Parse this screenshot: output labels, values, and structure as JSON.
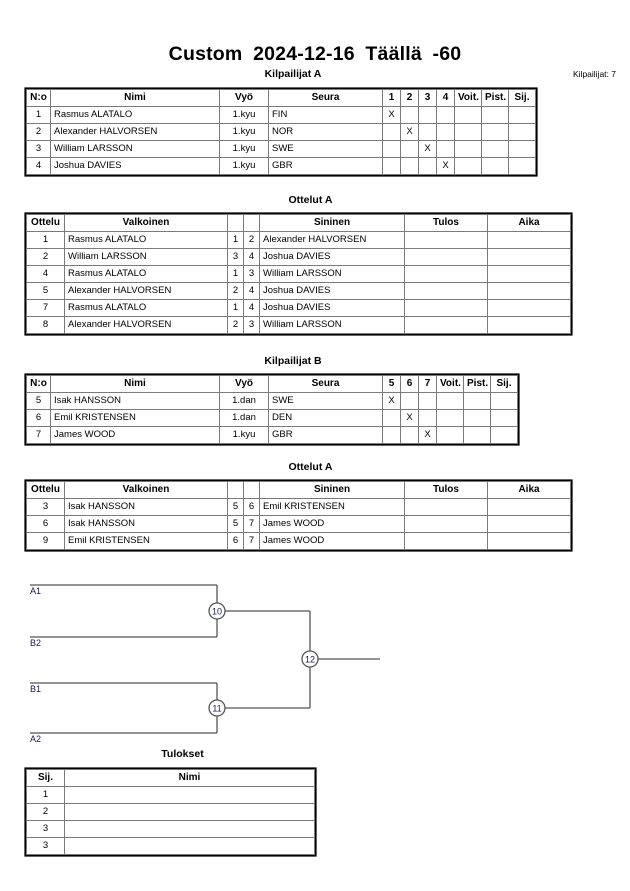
{
  "header": {
    "title": "Custom  2024-12-16  Täällä   -60",
    "competitors_label": "Kilpailijat: 7"
  },
  "sections": {
    "pool_a_title": "Kilpailijat A",
    "matches_a_title": "Ottelut A",
    "pool_b_title": "Kilpailijat B",
    "matches_b_title": "Ottelut A",
    "results_title": "Tulokset"
  },
  "pool_a": {
    "columns": [
      "N:o",
      "Nimi",
      "Vyö",
      "Seura",
      "1",
      "2",
      "3",
      "4",
      "Voit.",
      "Pist.",
      "Sij."
    ],
    "rows": [
      {
        "no": "1",
        "name": "Rasmus ALATALO",
        "belt": "1.kyu",
        "club": "FIN",
        "marks": [
          "X",
          "",
          "",
          ""
        ],
        "voit": "",
        "pist": "",
        "sij": ""
      },
      {
        "no": "2",
        "name": "Alexander HALVORSEN",
        "belt": "1.kyu",
        "club": "NOR",
        "marks": [
          "",
          "X",
          "",
          ""
        ],
        "voit": "",
        "pist": "",
        "sij": ""
      },
      {
        "no": "3",
        "name": "William LARSSON",
        "belt": "1.kyu",
        "club": "SWE",
        "marks": [
          "",
          "",
          "X",
          ""
        ],
        "voit": "",
        "pist": "",
        "sij": ""
      },
      {
        "no": "4",
        "name": "Joshua DAVIES",
        "belt": "1.kyu",
        "club": "GBR",
        "marks": [
          "",
          "",
          "",
          "X"
        ],
        "voit": "",
        "pist": "",
        "sij": ""
      }
    ]
  },
  "matches_a": {
    "columns": [
      "Ottelu",
      "Valkoinen",
      "",
      "",
      "Sininen",
      "Tulos",
      "Aika"
    ],
    "rows": [
      {
        "match": "1",
        "white": "Rasmus ALATALO",
        "wno": "1",
        "bno": "2",
        "blue": "Alexander HALVORSEN",
        "result": "",
        "time": ""
      },
      {
        "match": "2",
        "white": "William LARSSON",
        "wno": "3",
        "bno": "4",
        "blue": "Joshua DAVIES",
        "result": "",
        "time": ""
      },
      {
        "match": "4",
        "white": "Rasmus ALATALO",
        "wno": "1",
        "bno": "3",
        "blue": "William LARSSON",
        "result": "",
        "time": ""
      },
      {
        "match": "5",
        "white": "Alexander HALVORSEN",
        "wno": "2",
        "bno": "4",
        "blue": "Joshua DAVIES",
        "result": "",
        "time": ""
      },
      {
        "match": "7",
        "white": "Rasmus ALATALO",
        "wno": "1",
        "bno": "4",
        "blue": "Joshua DAVIES",
        "result": "",
        "time": ""
      },
      {
        "match": "8",
        "white": "Alexander HALVORSEN",
        "wno": "2",
        "bno": "3",
        "blue": "William LARSSON",
        "result": "",
        "time": ""
      }
    ]
  },
  "pool_b": {
    "columns": [
      "N:o",
      "Nimi",
      "Vyö",
      "Seura",
      "5",
      "6",
      "7",
      "Voit.",
      "Pist.",
      "Sij."
    ],
    "rows": [
      {
        "no": "5",
        "name": "Isak HANSSON",
        "belt": "1.dan",
        "club": "SWE",
        "marks": [
          "X",
          "",
          ""
        ],
        "voit": "",
        "pist": "",
        "sij": ""
      },
      {
        "no": "6",
        "name": "Emil KRISTENSEN",
        "belt": "1.dan",
        "club": "DEN",
        "marks": [
          "",
          "X",
          ""
        ],
        "voit": "",
        "pist": "",
        "sij": ""
      },
      {
        "no": "7",
        "name": "James WOOD",
        "belt": "1.kyu",
        "club": "GBR",
        "marks": [
          "",
          "",
          "X"
        ],
        "voit": "",
        "pist": "",
        "sij": ""
      }
    ]
  },
  "matches_b": {
    "columns": [
      "Ottelu",
      "Valkoinen",
      "",
      "",
      "Sininen",
      "Tulos",
      "Aika"
    ],
    "rows": [
      {
        "match": "3",
        "white": "Isak HANSSON",
        "wno": "5",
        "bno": "6",
        "blue": "Emil KRISTENSEN",
        "result": "",
        "time": ""
      },
      {
        "match": "6",
        "white": "Isak HANSSON",
        "wno": "5",
        "bno": "7",
        "blue": "James WOOD",
        "result": "",
        "time": ""
      },
      {
        "match": "9",
        "white": "Emil KRISTENSEN",
        "wno": "6",
        "bno": "7",
        "blue": "James WOOD",
        "result": "",
        "time": ""
      }
    ]
  },
  "bracket": {
    "seeds": [
      "A1",
      "B2",
      "B1",
      "A2"
    ],
    "nodes": [
      "10",
      "11",
      "12"
    ],
    "line_color": "#555555",
    "label_color": "#1a1a4e"
  },
  "results": {
    "columns": [
      "Sij.",
      "Nimi"
    ],
    "rows": [
      {
        "place": "1",
        "name": ""
      },
      {
        "place": "2",
        "name": ""
      },
      {
        "place": "3",
        "name": ""
      },
      {
        "place": "3",
        "name": ""
      }
    ]
  }
}
